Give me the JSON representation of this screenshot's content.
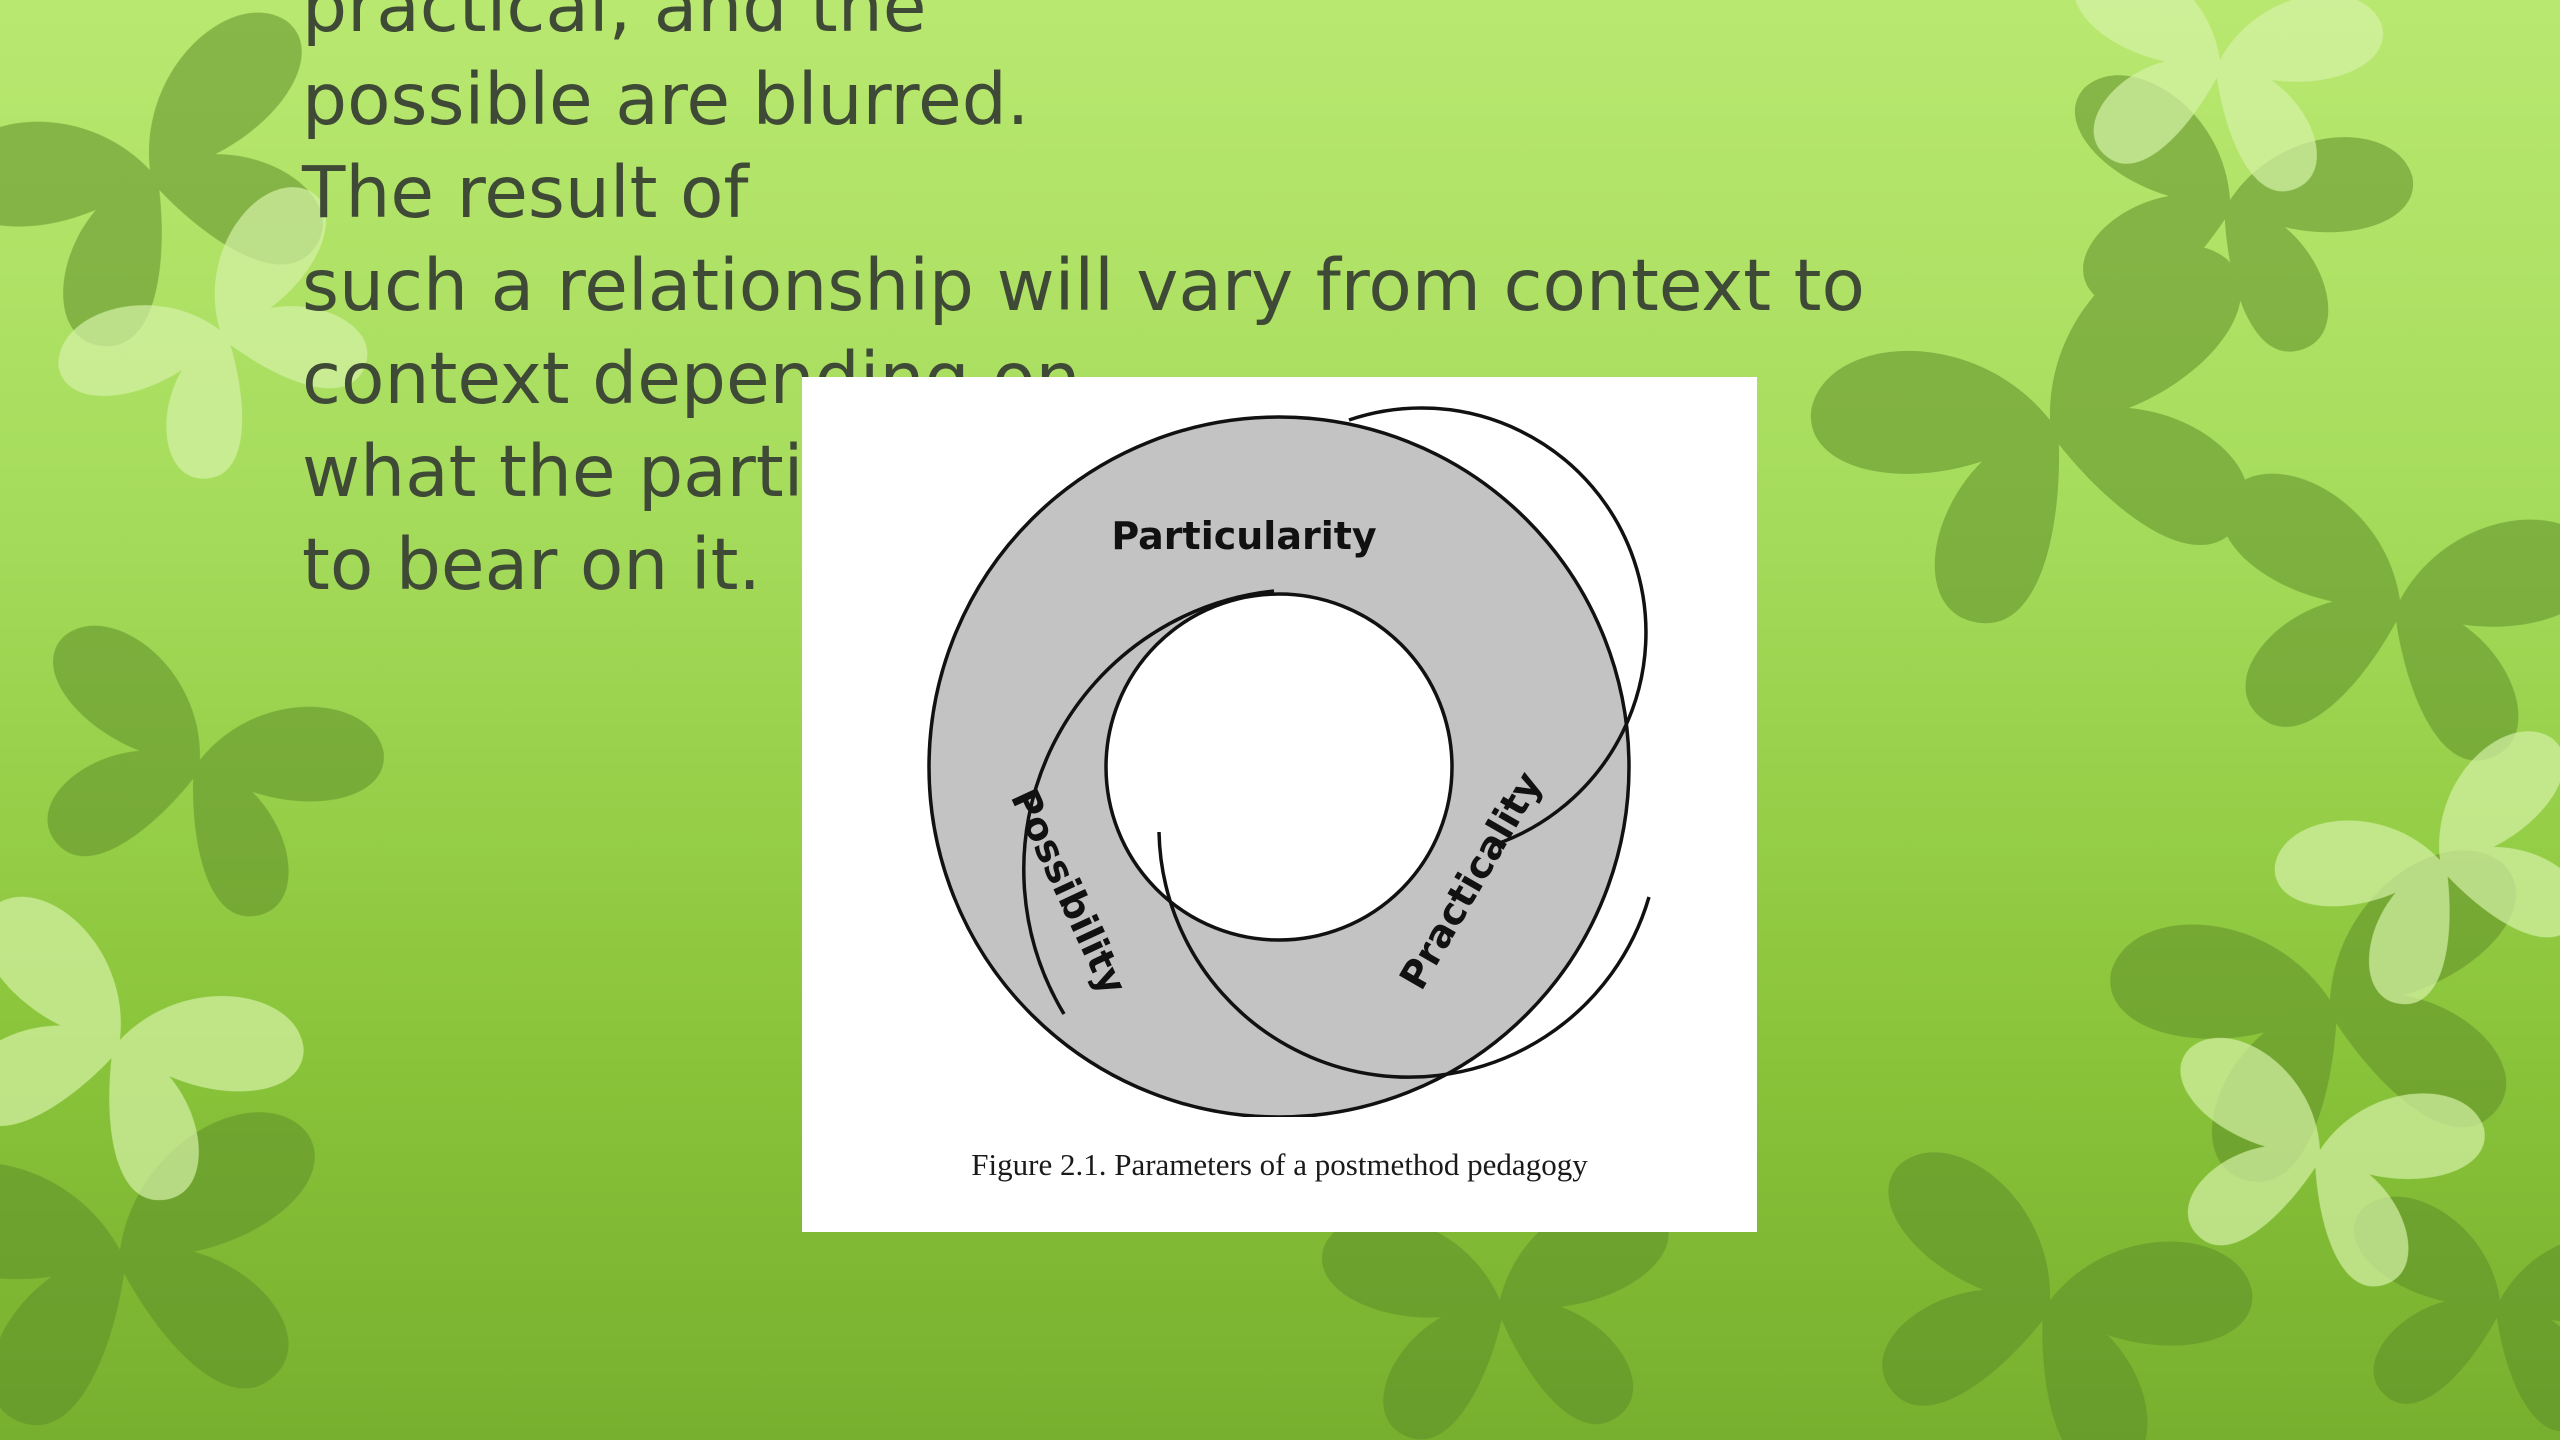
{
  "slide": {
    "text_lines": [
      "practical, and the",
      "possible are blurred.",
      "The result of",
      "such a relationship will vary from context to",
      "context depending on",
      "what the participants bring",
      "to bear on it."
    ]
  },
  "figure": {
    "segments": [
      "Particularity",
      "Practicality",
      "Possibility"
    ],
    "caption": "Figure 2.1. Parameters of a postmethod pedagogy"
  },
  "colors": {
    "text": "#3f4a36",
    "ring_fill": "#c3c3c3",
    "ring_stroke": "#111111",
    "card": "#ffffff"
  },
  "background": {
    "motif": "butterfly-silhouette"
  }
}
